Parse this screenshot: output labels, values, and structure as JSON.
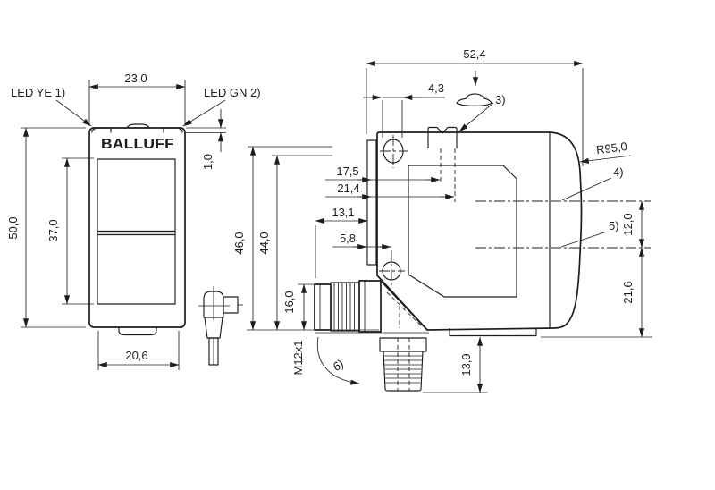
{
  "colors": {
    "background": "#ffffff",
    "line": "#1d1d1b"
  },
  "front": {
    "led_ye": "LED YE 1)",
    "led_gn": "LED GN 2)",
    "logo": "BALLUFF",
    "dim_width": "23,0",
    "dim_led_height": "1,0",
    "dim_height": "50,0",
    "dim_window_height": "37,0",
    "dim_bottom_width": "20,6"
  },
  "side": {
    "dim_depth": "52,4",
    "dim_hole_dia": "4,3",
    "callout_pot": "3)",
    "dim_radius": "R95,0",
    "callout_emitter": "4)",
    "callout_receiver": "5)",
    "dim_pot1": "17,5",
    "dim_pot2": "21,4",
    "dim_setback": "13,1",
    "dim_hole_offset": "5,8",
    "dim_height_outer": "46,0",
    "dim_height_inner": "44,0",
    "dim_connector": "16,0",
    "thread": "M12x1",
    "callout_rotation": "6)",
    "dim_drop": "13,9",
    "dim_beam_gap": "12,0",
    "dim_beam_bottom": "21,6"
  }
}
